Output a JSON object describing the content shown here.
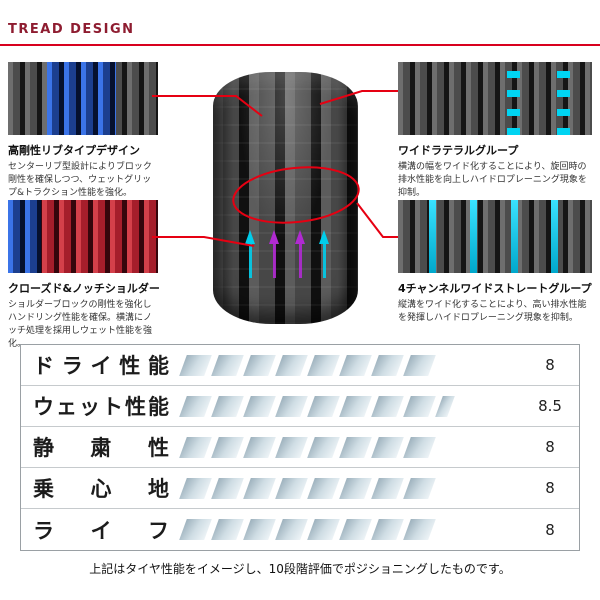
{
  "page": {
    "title": "TREAD DESIGN"
  },
  "features": {
    "center_rib": {
      "title": "高剛性リブタイプデザイン",
      "desc": "センターリブ型設計によりブロック剛性を確保しつつ、ウェットグリップ&トラクション性能を強化。"
    },
    "lateral_groove": {
      "title": "ワイドラテラルグループ",
      "desc": "横溝の幅をワイド化することにより、旋回時の排水性能を向上しハイドロプレーニング現象を抑制。"
    },
    "shoulder": {
      "title": "クローズド&ノッチショルダー",
      "desc": "ショルダーブロックの剛性を強化しハンドリング性能を確保。横溝にノッチ処理を採用しウェット性能を強化。"
    },
    "straight_groove": {
      "title": "4チャンネルワイドストレートグループ",
      "desc": "縦溝をワイド化することにより、高い排水性能を発揮しハイドロプレーニング現象を抑制。"
    }
  },
  "performance": {
    "scale_max": 10,
    "rows": [
      {
        "label": "ドライ性能",
        "value": 8,
        "value_label": "8"
      },
      {
        "label": "ウェット性能",
        "value": 8.5,
        "value_label": "8.5"
      },
      {
        "label": "静粛性",
        "value": 8,
        "value_label": "8"
      },
      {
        "label": "乗心地",
        "value": 8,
        "value_label": "8"
      },
      {
        "label": "ライフ",
        "value": 8,
        "value_label": "8"
      }
    ],
    "note": "上記はタイヤ性能をイメージし、10段階評価でポジショニングしたものです。"
  },
  "colors": {
    "heading": "#8e1c30",
    "accent_red": "#e60012",
    "rule_red": "#d8001e",
    "segment_from": "#9db1bd",
    "segment_to": "#eef4f7",
    "highlight_blue": "#3b74e8",
    "highlight_cyan": "#00d4f2",
    "tread_red": "#a51e2b",
    "arrow_cyan": "#00cdeb",
    "arrow_purple": "#b02ad1"
  }
}
